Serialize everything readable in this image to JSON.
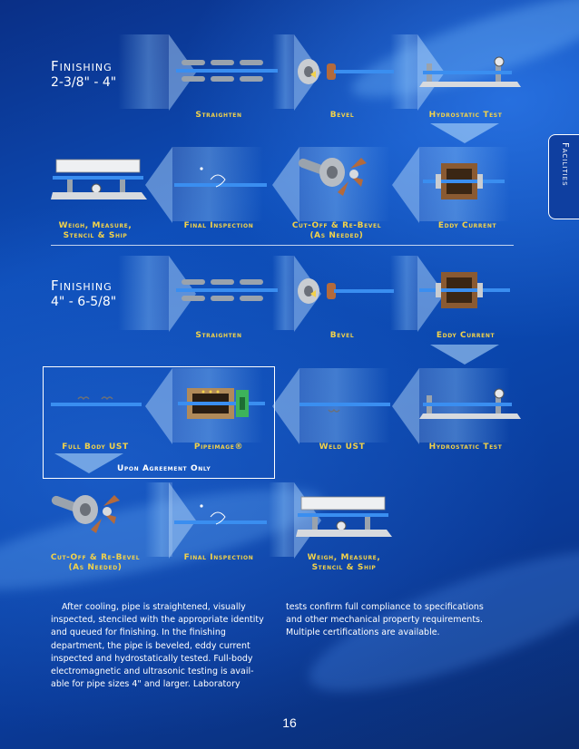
{
  "tab_label": "Facilities",
  "section1": {
    "title": "Finishing",
    "size_range": "2-3/8\" - 4\"",
    "row1": [
      {
        "label": "Straighten",
        "icon": "straightener-icon"
      },
      {
        "label": "Bevel",
        "icon": "bevel-tool-icon"
      },
      {
        "label": "Hydrostatic Test",
        "icon": "hydrostatic-tester-icon"
      }
    ],
    "row2": [
      {
        "label": "Eddy Current",
        "icon": "eddy-current-icon"
      },
      {
        "label": "Cut-Off & Re-Bevel",
        "sub": "(As Needed)",
        "icon": "cutoff-saw-icon"
      },
      {
        "label": "Final Inspection",
        "icon": "inspection-pipe-icon"
      },
      {
        "label": "Weigh, Measure,",
        "sub": "Stencil & Ship",
        "icon": "scale-icon"
      }
    ]
  },
  "section2": {
    "title": "Finishing",
    "size_range": "4\" - 6-5/8\"",
    "row1": [
      {
        "label": "Straighten",
        "icon": "straightener-icon"
      },
      {
        "label": "Bevel",
        "icon": "bevel-tool-icon"
      },
      {
        "label": "Eddy Current",
        "icon": "eddy-current-icon"
      }
    ],
    "row2": [
      {
        "label": "Hydrostatic Test",
        "icon": "hydrostatic-tester-icon"
      },
      {
        "label": "Weld UST",
        "icon": "weld-ust-icon"
      },
      {
        "label": "Pipeimage®",
        "icon": "pipeimage-icon"
      },
      {
        "label": "Full Body UST",
        "icon": "full-body-ust-icon"
      }
    ],
    "agreement_note": "Upon Agreement Only",
    "row3": [
      {
        "label": "Cut-Off & Re-Bevel",
        "sub": "(As Needed)",
        "icon": "cutoff-saw-icon"
      },
      {
        "label": "Final Inspection",
        "icon": "inspection-pipe-icon"
      },
      {
        "label": "Weigh, Measure,",
        "sub": "Stencil & Ship",
        "icon": "scale-icon"
      }
    ]
  },
  "body_text": {
    "col1": [
      "After cooling, pipe is straightened, visually",
      "inspected, stenciled with the appropriate identity",
      "and queued for finishing. In the finishing",
      "department, the pipe is beveled, eddy current",
      "inspected and hydrostatically tested. Full-body",
      "electromagnetic and ultrasonic testing is avail-",
      "able for pipe sizes 4\" and larger. Laboratory"
    ],
    "col2": [
      "tests confirm full compliance to specifications",
      "and other mechanical property requirements.",
      "Multiple certifications are available."
    ]
  },
  "page_number": "16",
  "colors": {
    "label": "#f2d24a",
    "pipe": "#3a8ef0",
    "background": "#0d4db8"
  }
}
